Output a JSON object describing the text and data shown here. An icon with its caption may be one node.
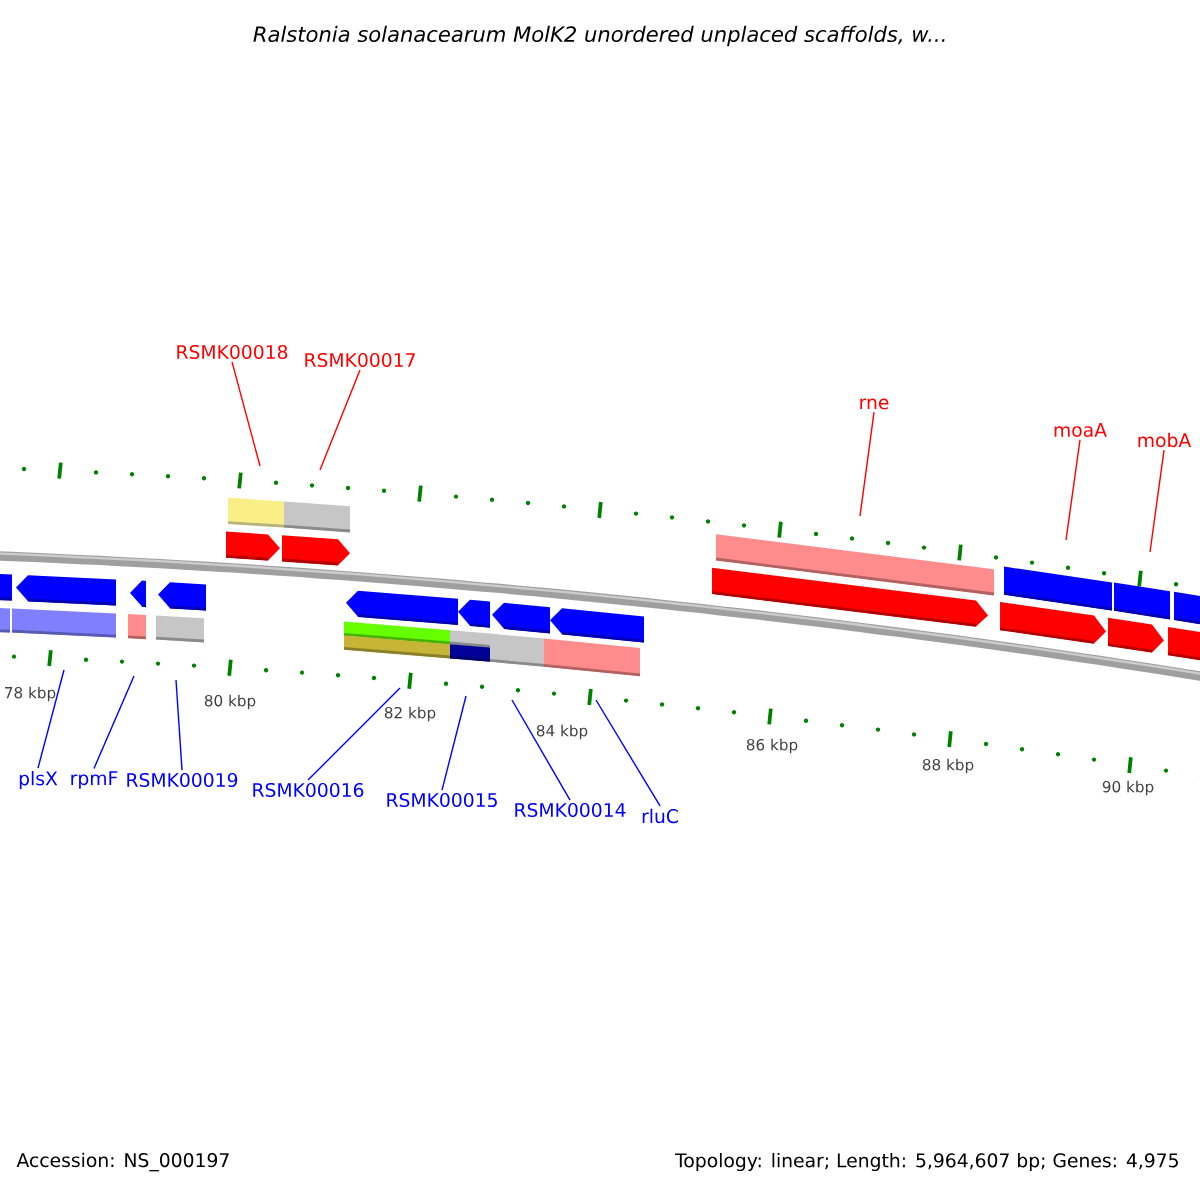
{
  "diagram": {
    "title": "Ralstonia solanacearum MolK2 unordered unplaced scaffolds, w...",
    "nodes": [
      {
        "text": [
          "RSMK00018"
        ]
      },
      {
        "text": [
          "RSMK00017"
        ]
      },
      {
        "text": [
          "rne"
        ]
      },
      {
        "text": [
          "moaA"
        ]
      },
      {
        "text": [
          "mobA"
        ]
      },
      {
        "text": [
          "plsX"
        ]
      },
      {
        "text": [
          "rpmF"
        ]
      },
      {
        "text": [
          "RSMK00019"
        ]
      },
      {
        "text": [
          "RSMK00016"
        ]
      },
      {
        "text": [
          "RSMK00015"
        ]
      },
      {
        "text": [
          "RSMK00014"
        ]
      },
      {
        "text": [
          "rluC"
        ]
      }
    ],
    "edges": [
      {
        "from": 0,
        "to": null,
        "arrow": "none",
        "color": "#ff0000"
      },
      {
        "from": 1,
        "to": null,
        "arrow": "none",
        "color": "#ff0000"
      },
      {
        "from": 2,
        "to": null,
        "arrow": "none",
        "color": "#ff0000"
      },
      {
        "from": 3,
        "to": null,
        "arrow": "none",
        "color": "#ff0000"
      },
      {
        "from": 4,
        "to": null,
        "arrow": "none",
        "color": "#ff0000"
      },
      {
        "from": 5,
        "to": null,
        "arrow": "none"
      },
      {
        "from": 6,
        "to": null,
        "arrow": "none"
      },
      {
        "from": 7,
        "to": null,
        "arrow": "none"
      },
      {
        "from": 8,
        "to": null,
        "arrow": "none"
      },
      {
        "from": 9,
        "to": null,
        "arrow": "none"
      },
      {
        "from": 10,
        "to": null,
        "arrow": "none"
      },
      {
        "from": 11,
        "to": null,
        "arrow": "none"
      }
    ],
    "labels": [
      "78 kbp",
      "80 kbp",
      "82 kbp",
      "84 kbp",
      "86 kbp",
      "88 kbp",
      "90 kbp",
      "Accession: NS_000197",
      "Topology: linear; Length: 5,964,607 bp; Genes: 4,975"
    ]
  }
}
